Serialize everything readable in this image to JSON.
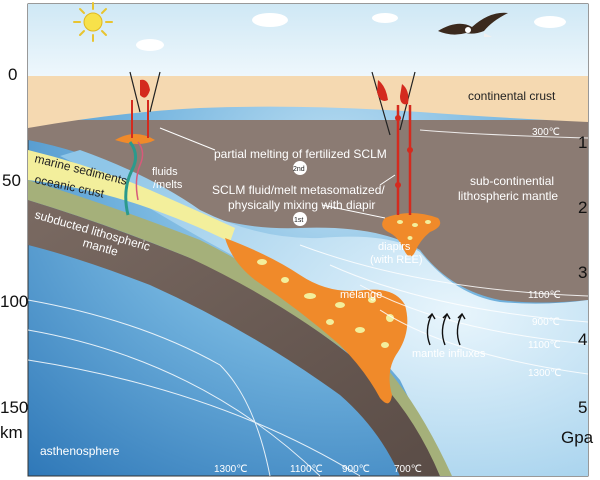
{
  "depth_axis": {
    "ticks": [
      "0",
      "50",
      "100",
      "150"
    ],
    "unit": "km"
  },
  "pressure_axis": {
    "ticks": [
      "1",
      "2",
      "3",
      "4",
      "5"
    ],
    "unit": "Gpa"
  },
  "labels": {
    "continental_crust": "continental crust",
    "scl_mantle_line1": "sub-continential",
    "scl_mantle_line2": "lithospheric mantle",
    "marine_sediments": "marine sediments",
    "oceanic_crust": "oceanic crust",
    "subducted_line1": "subducted lithospheric",
    "subducted_line2": "mantle",
    "fluids_line1": "fluids",
    "fluids_line2": "/melts",
    "partial_melting": "partial melting of fertilized SCLM",
    "second": "2nd",
    "metasomatized_line1": "SCLM fluid/melt metasomatized/",
    "metasomatized_line2": "physically mixing with diapir",
    "first": "1st",
    "diapirs_line1": "diapirs",
    "diapirs_line2": "(with REE)",
    "melange": "mélange",
    "mantle_influxes": "mantle influxes",
    "asthenosphere": "asthenosphere"
  },
  "isotherms": {
    "right_300": "300℃",
    "right_1100_a": "1100℃",
    "right_900": "900℃",
    "right_1100_b": "1100℃",
    "right_1300": "1300℃",
    "bottom_1300": "1300℃",
    "bottom_1100": "1100℃",
    "bottom_900": "900℃",
    "bottom_700": "700℃"
  },
  "colors": {
    "sky": "#dff0f8",
    "crust": "#f5d9b1",
    "scl_mantle": "#8b7b73",
    "asthenosphere": "#3d86c2",
    "sediments": "#f3ef9c",
    "oceanic_crust": "#a5b07a",
    "melange": "#f08a2a",
    "melt": "#d42a1e"
  }
}
